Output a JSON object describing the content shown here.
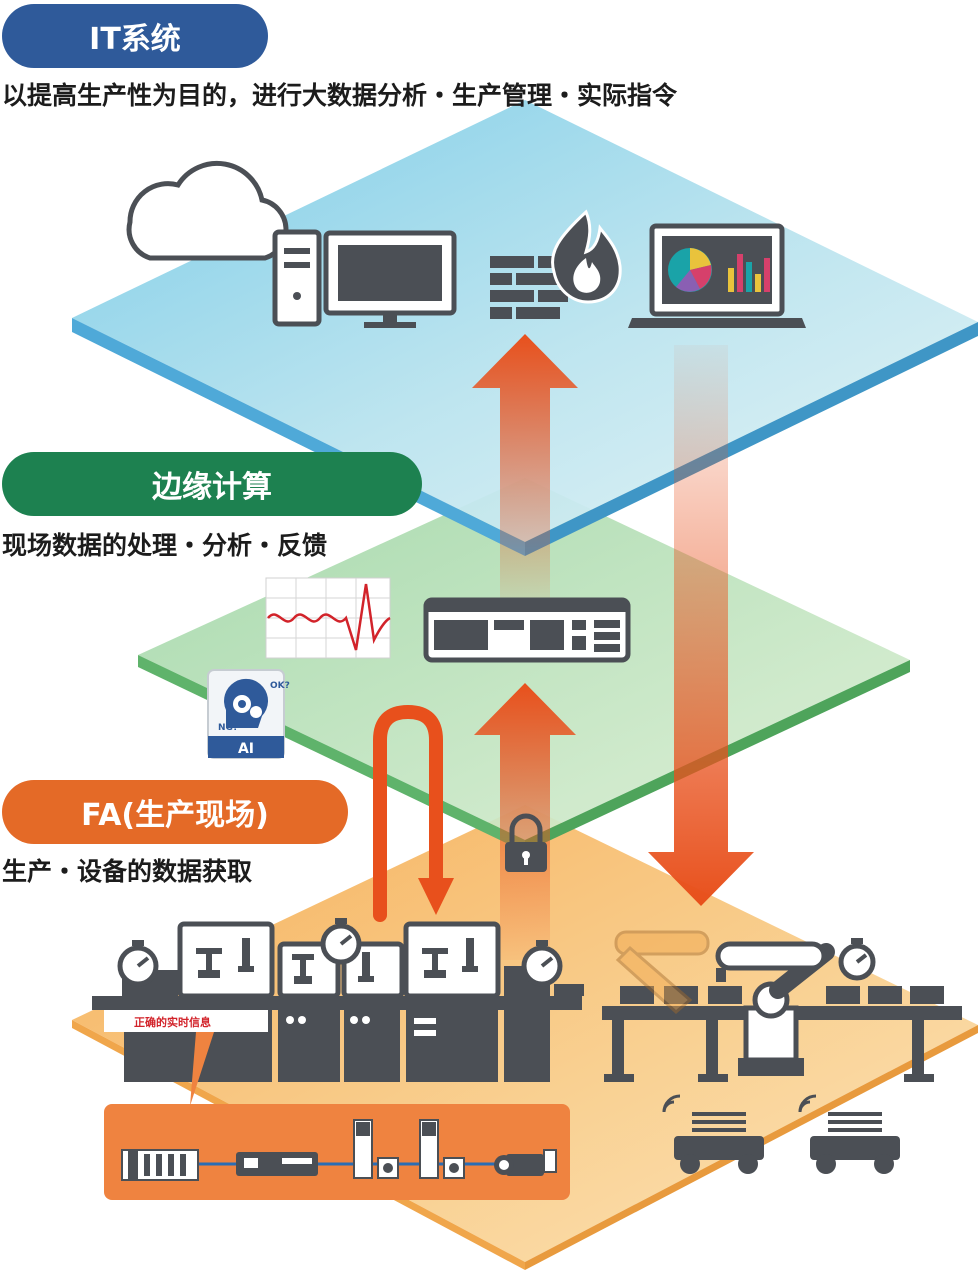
{
  "layers": {
    "it": {
      "title": "IT系统",
      "description": "以提高生产性为目的，进行大数据分析・生产管理・实际指令",
      "color": "#2f5a9a",
      "icons": [
        "cloud-icon",
        "server-tower-icon",
        "monitor-icon",
        "firewall-icon",
        "laptop-analytics-icon"
      ]
    },
    "edge": {
      "title": "边缘计算",
      "description": "现场数据的处理・分析・反馈",
      "color": "#1d8150",
      "icons": [
        "waveform-chart-icon",
        "edge-controller-icon",
        "ai-brain-icon"
      ],
      "ai_badge": "AI",
      "ai_tags": [
        "OK?",
        "NG?"
      ]
    },
    "fa": {
      "title": "FA(生产现场)",
      "description": "生产・设备的数据获取",
      "color": "#e46a27",
      "icons": [
        "stopwatch-icon",
        "machine-line-icon",
        "robot-arm-icon",
        "conveyor-icon",
        "agv-icon",
        "plc-icon",
        "servo-drive-icon",
        "camera-icon",
        "lock-icon"
      ],
      "callout": "正确的实时信息"
    }
  },
  "colors": {
    "arrow": "#e8501c",
    "machine": "#4b4f55",
    "it_plane": "#9fd6e6",
    "edge_plane": "#b9e0b9",
    "fa_plane": "#f7c27d"
  }
}
